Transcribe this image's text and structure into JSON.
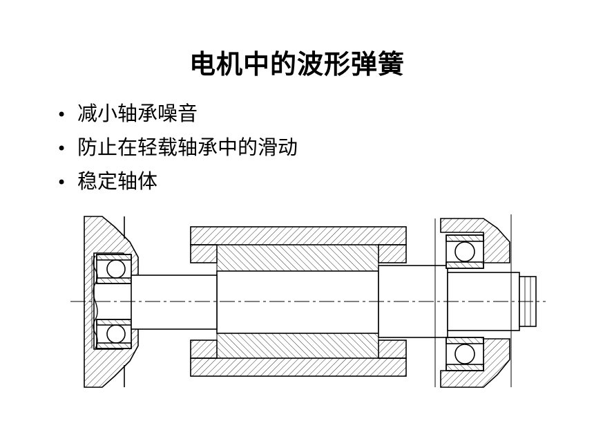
{
  "slide": {
    "title": "电机中的波形弹簧",
    "bullets": [
      "减小轴承噪音",
      "防止在轻载轴承中的滑动",
      "稳定轴体"
    ],
    "bullet_glyph": "•"
  },
  "drawing": {
    "subject": "motor-shaft-with-bearings-and-wave-spring",
    "line_color": "#000000",
    "hatch_color": "#333333"
  }
}
